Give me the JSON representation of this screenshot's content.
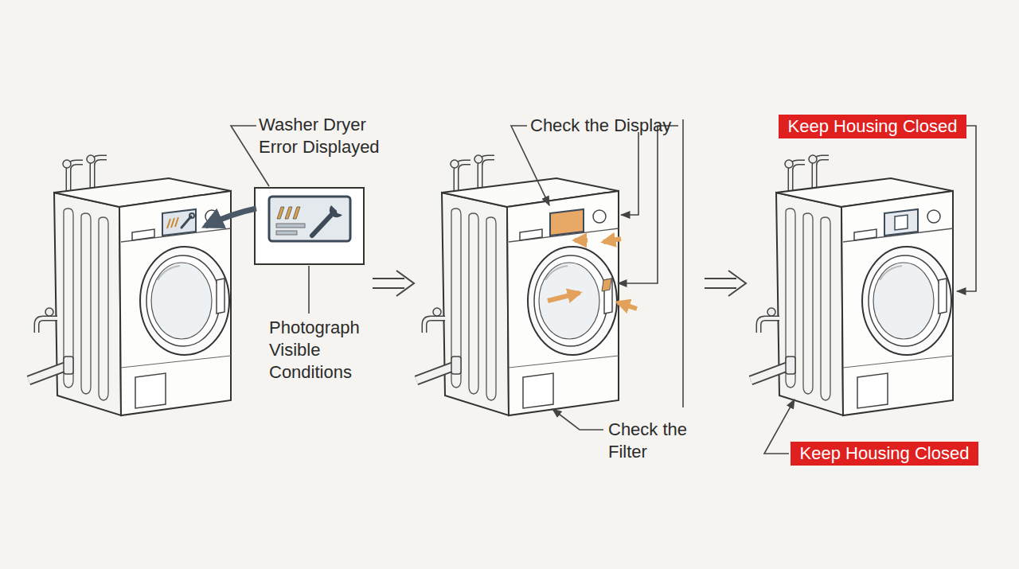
{
  "diagram": {
    "nodes": [
      {
        "text": [
          "Keep Housing Closed"
        ]
      },
      {
        "text": [
          "Keep Housing Closed"
        ]
      }
    ],
    "labels": [
      "Washer Dryer Error Displayed",
      "Photograph Visible Conditions",
      "Check the Display",
      "Check the Filter"
    ]
  }
}
